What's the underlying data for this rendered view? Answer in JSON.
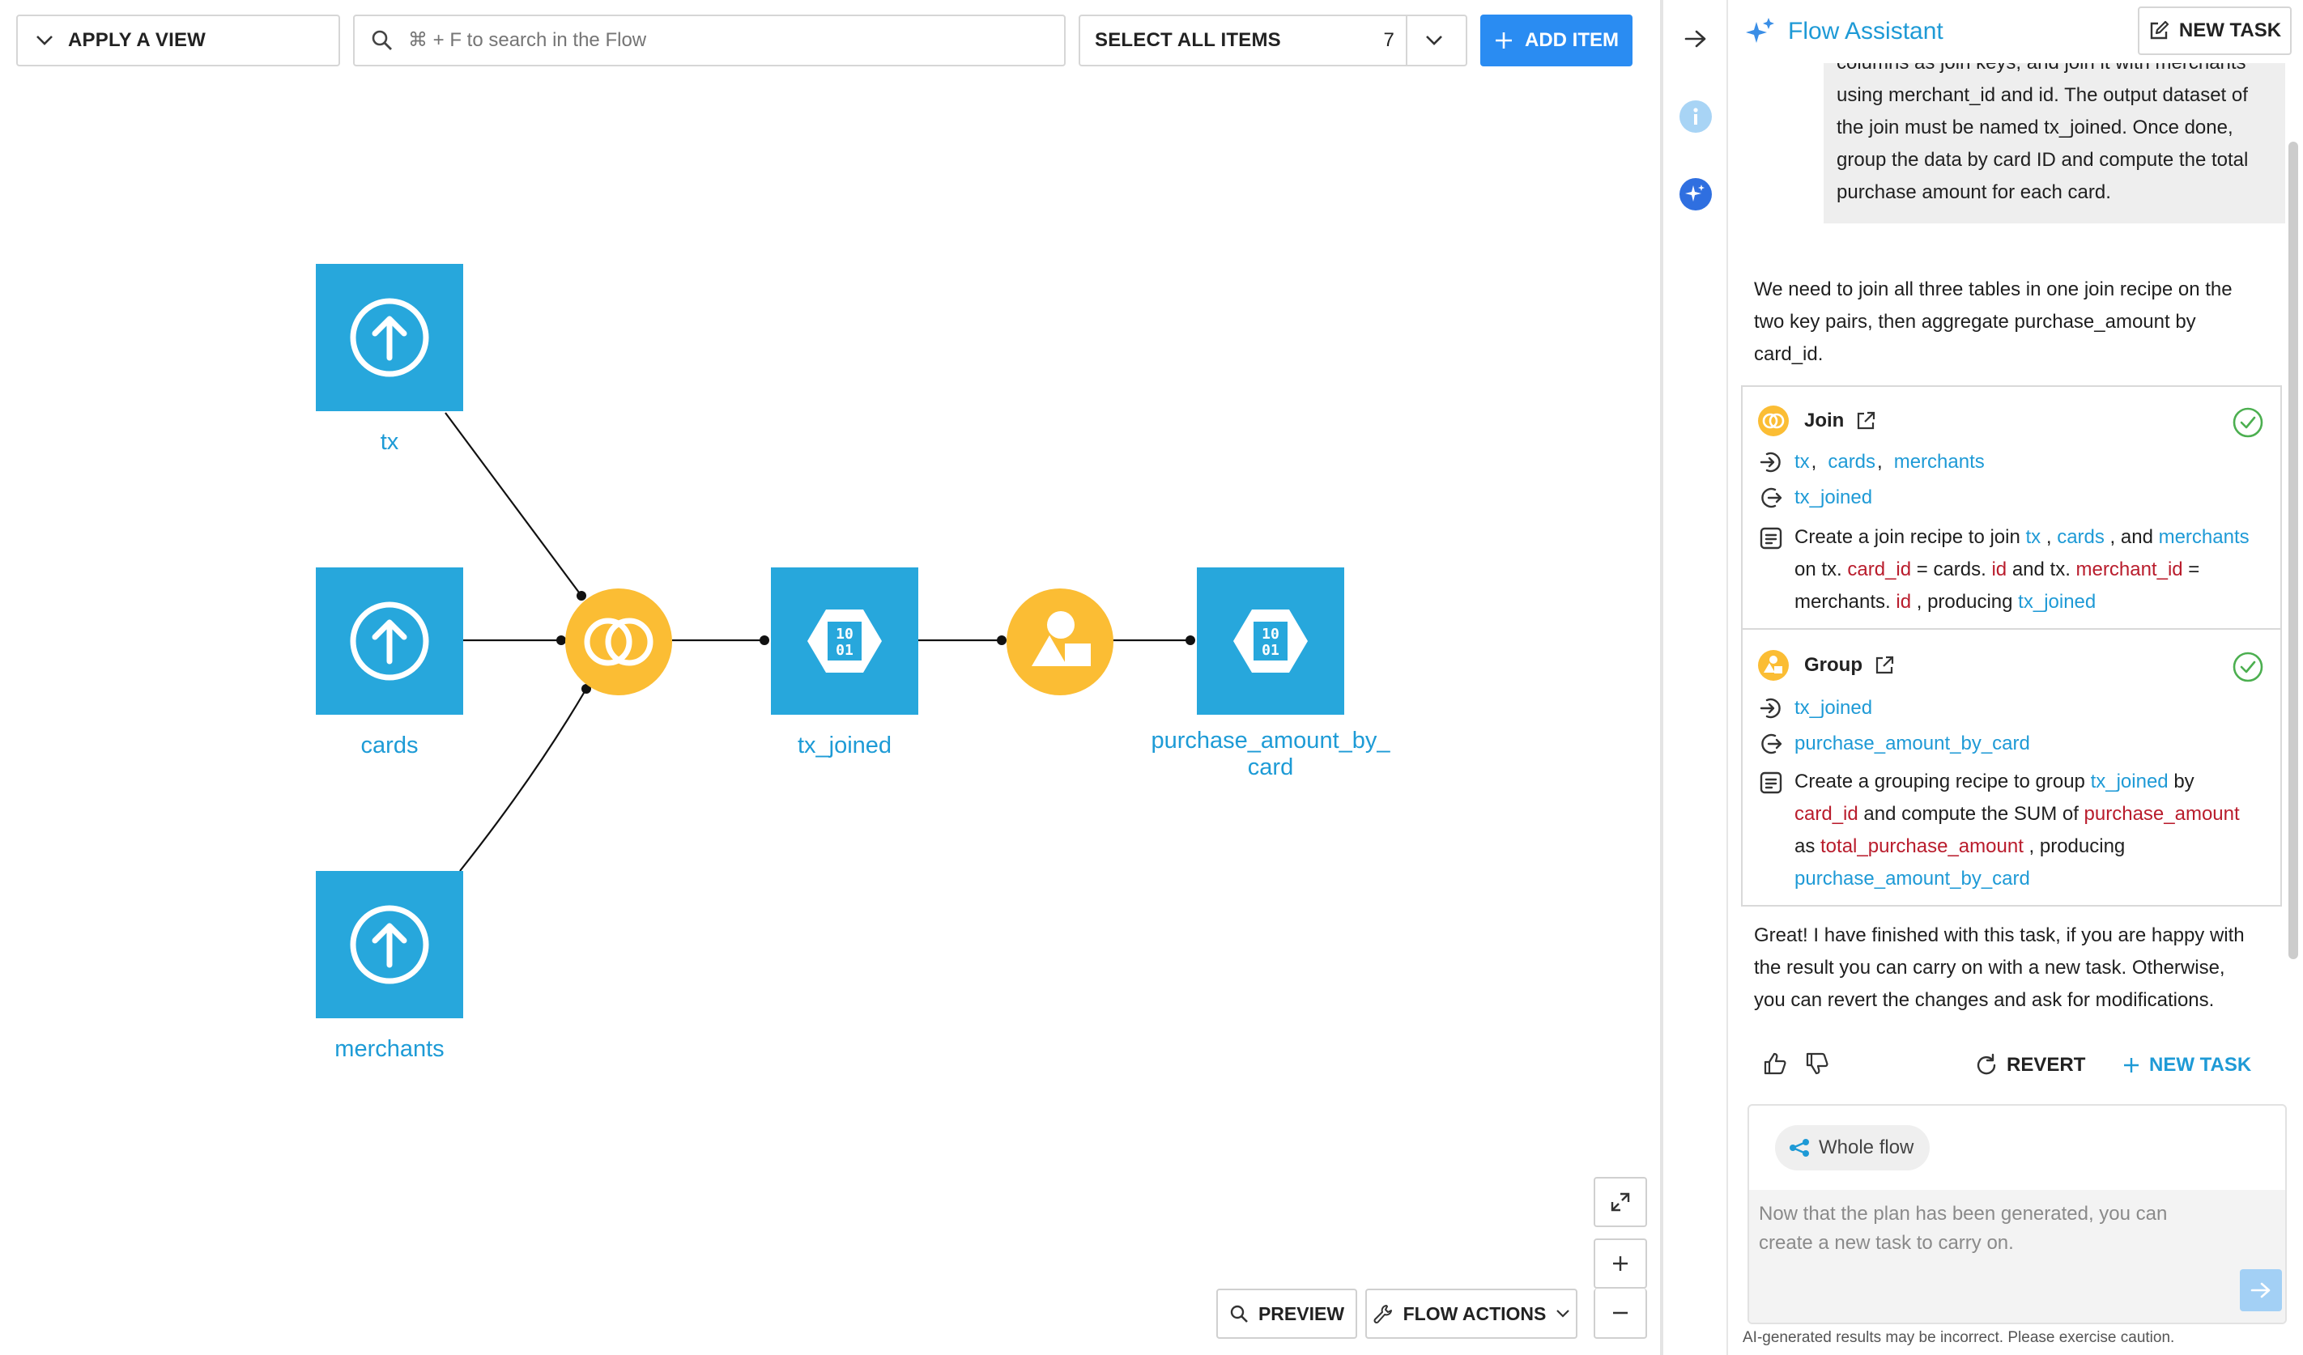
{
  "toolbar": {
    "apply_view": "APPLY A VIEW",
    "search_placeholder": "⌘ + F to search in the Flow",
    "select_all": "SELECT ALL ITEMS",
    "select_count": "7",
    "add_item": "ADD ITEM"
  },
  "flow": {
    "nodes": {
      "tx": "tx",
      "cards": "cards",
      "merchants": "merchants",
      "tx_joined": "tx_joined",
      "purchase_line1": "purchase_amount_by_",
      "purchase_line2": "card"
    },
    "icons": {
      "upload": "upload-icon",
      "dataset": "dataset-icon",
      "join": "join-recipe-icon",
      "group": "group-recipe-icon"
    },
    "colors": {
      "dataset": "#27a7dc",
      "recipe": "#fbbd34"
    }
  },
  "canvas_controls": {
    "preview": "PREVIEW",
    "flow_actions": "FLOW ACTIONS"
  },
  "assistant": {
    "title": "Flow Assistant",
    "new_task_header": "NEW TASK",
    "user_message": [
      "columns as join keys, and join it with merchants",
      "using merchant_id and id. The output dataset of",
      "the join must be named tx_joined. Once done,",
      "group the data by card ID and compute the total",
      "purchase amount for each card."
    ],
    "reply_intro": [
      "We need to join all three tables in one join recipe on the",
      "two key pairs, then aggregate purchase_amount by",
      "card_id."
    ],
    "join_card": {
      "title": "Join",
      "inputs": [
        "tx",
        "cards",
        "merchants"
      ],
      "output": "tx_joined",
      "desc": {
        "a": "Create a join recipe to join ",
        "tx": "tx",
        "sep1": " , ",
        "cards": "cards",
        "sep2": " , and ",
        "merchants": "merchants",
        "b": "on tx. ",
        "card_id": "card_id",
        "c": " = cards. ",
        "id1": "id",
        "d": " and tx. ",
        "merchant_id": "merchant_id",
        "e": " =",
        "f": "merchants. ",
        "id2": "id",
        "g": " , producing ",
        "out": "tx_joined"
      }
    },
    "group_card": {
      "title": "Group",
      "input": "tx_joined",
      "output": "purchase_amount_by_card",
      "desc": {
        "a": "Create a grouping recipe to group ",
        "in": "tx_joined",
        "b": " by",
        "card_id": "card_id",
        "c": " and compute the SUM of ",
        "purchase_amount": "purchase_amount",
        "d": "as ",
        "total": "total_purchase_amount",
        "e": " , producing",
        "out": "purchase_amount_by_card"
      }
    },
    "final_message": [
      "Great! I have finished with this task, if you are happy with",
      "the result you can carry on with a new task. Otherwise,",
      "you can revert the changes and ask for modifications."
    ],
    "revert": "REVERT",
    "new_task_footer": "NEW TASK",
    "context_chip": "Whole flow",
    "input_placeholder": "Now that the plan has been generated, you can create a new task to carry on.",
    "disclaimer": "AI-generated results may be incorrect. Please exercise caution.",
    "accent_color": "#1e9ad6",
    "success_color": "#4caf50"
  }
}
